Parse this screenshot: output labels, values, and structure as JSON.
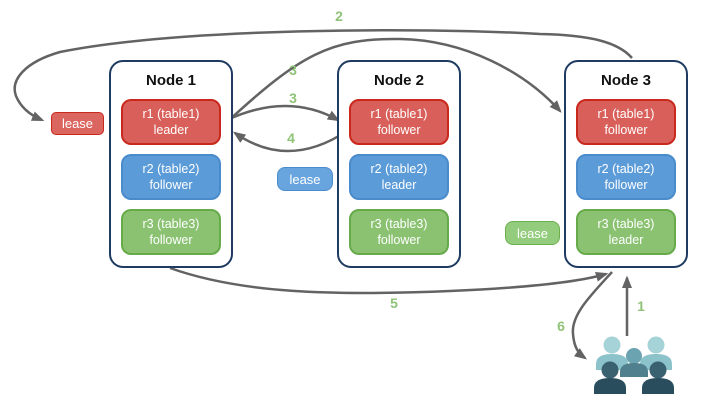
{
  "nodes": [
    {
      "title": "Node 1",
      "replicas": [
        {
          "label": "r1 (table1)",
          "role": "leader"
        },
        {
          "label": "r2 (table2)",
          "role": "follower"
        },
        {
          "label": "r3 (table3)",
          "role": "follower"
        }
      ]
    },
    {
      "title": "Node 2",
      "replicas": [
        {
          "label": "r1 (table1)",
          "role": "follower"
        },
        {
          "label": "r2 (table2)",
          "role": "leader"
        },
        {
          "label": "r3 (table3)",
          "role": "follower"
        }
      ]
    },
    {
      "title": "Node 3",
      "replicas": [
        {
          "label": "r1 (table1)",
          "role": "follower"
        },
        {
          "label": "r2 (table2)",
          "role": "follower"
        },
        {
          "label": "r3 (table3)",
          "role": "leader"
        }
      ]
    }
  ],
  "leases": {
    "red": "lease",
    "blue": "lease",
    "green": "lease"
  },
  "steps": {
    "s1": "1",
    "s2": "2",
    "s3a": "3",
    "s3b": "3",
    "s4": "4",
    "s5": "5",
    "s6": "6"
  },
  "colors": {
    "replica_red_fill": "#D9605A",
    "replica_red_border": "#C9281D",
    "replica_blue_fill": "#5B9BD8",
    "replica_blue_border": "#4A8CCB",
    "replica_green_fill": "#8AC272",
    "replica_green_border": "#66AA4A",
    "lease_red_fill": "#DB6660",
    "lease_blue_fill": "#68A5DE",
    "lease_green_fill": "#94CC7E",
    "node_border": "#1F3B61",
    "arrow": "#636363",
    "step_label": "#8FC377",
    "users_back": "#A6D3D8",
    "users_back_body": "#8CC2C9",
    "users_center_head": "#6BA4B0",
    "users_center_body": "#50808E",
    "users_front_head": "#3A6170",
    "users_front_body": "#2A4D5D"
  }
}
